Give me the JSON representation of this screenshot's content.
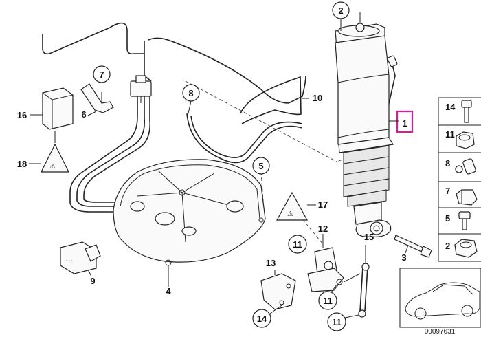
{
  "callouts": [
    {
      "id": "c2",
      "text": "2"
    },
    {
      "id": "c7",
      "text": "7"
    },
    {
      "id": "c8",
      "text": "8"
    },
    {
      "id": "c5",
      "text": "5"
    },
    {
      "id": "c11a",
      "text": "11"
    },
    {
      "id": "c11b",
      "text": "11"
    },
    {
      "id": "c11c",
      "text": "11"
    },
    {
      "id": "c14",
      "text": "14"
    }
  ],
  "labels": {
    "l1": "1",
    "l3": "3",
    "l4": "4",
    "l6": "6",
    "l9": "9",
    "l10": "10",
    "l12": "12",
    "l13": "13",
    "l15": "15",
    "l16": "16",
    "l17": "17",
    "l18": "18"
  },
  "highlight_color": "#e0189a",
  "side_panel": [
    "14",
    "11",
    "8",
    "7",
    "5",
    "2"
  ],
  "footer_code": "00097631"
}
